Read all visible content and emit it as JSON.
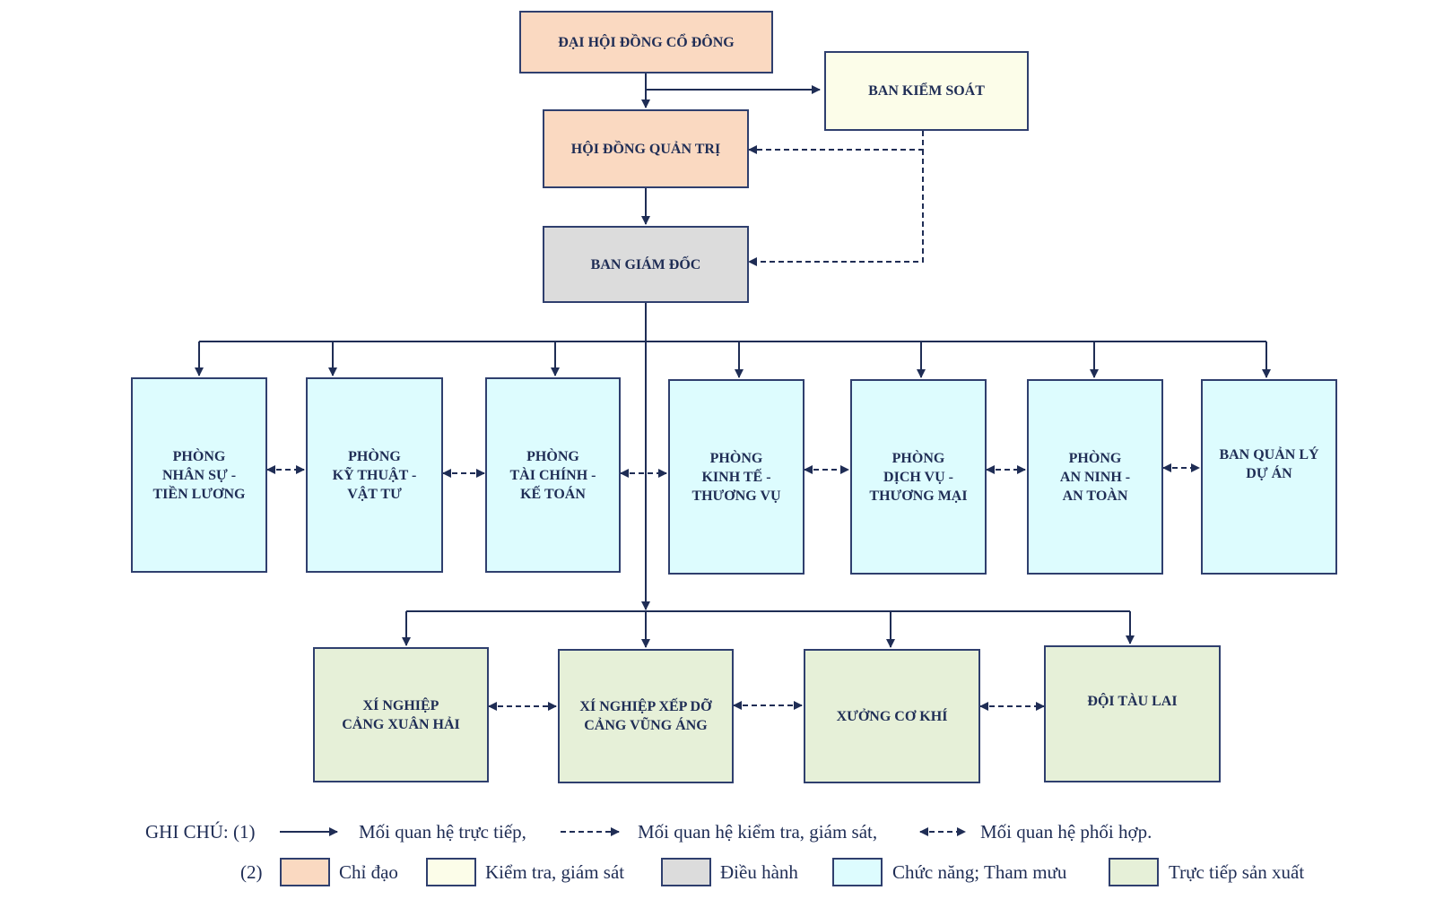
{
  "colors": {
    "line": "#1f2d55",
    "chi_dao": "#fad9c1",
    "kiem_tra": "#fcfde9",
    "dieu_hanh": "#dcdcdc",
    "chuc_nang": "#ddfcfe",
    "san_xuat": "#e6f0d8"
  },
  "nodes": {
    "dai_hoi": "ĐẠI HỘI ĐỒNG CỔ ĐÔNG",
    "ban_kiem_soat": "BAN KIỂM SOÁT",
    "hoi_dong_quan_tri": "HỘI ĐỒNG QUẢN TRỊ",
    "ban_giam_doc": "BAN GIÁM ĐỐC",
    "phong_nhan_su": "PHÒNG\nNHÂN SỰ -\nTIỀN LƯƠNG",
    "phong_ky_thuat": "PHÒNG\nKỸ THUẬT -\nVẬT TƯ",
    "phong_tai_chinh": "PHÒNG\nTÀI CHÍNH -\nKẾ TOÁN",
    "phong_kinh_te": "PHÒNG\nKINH TẾ -\nTHƯƠNG VỤ",
    "phong_dich_vu": "PHÒNG\nDỊCH VỤ -\nTHƯƠNG MẠI",
    "phong_an_ninh": "PHÒNG\nAN NINH -\nAN TOÀN",
    "ban_quan_ly": "BAN QUẢN LÝ\nDỰ ÁN",
    "xn_xuan_hai": "XÍ NGHIỆP\nCẢNG XUÂN HẢI",
    "xn_xep_do": "XÍ NGHIỆP XẾP DỠ\nCẢNG VŨNG ÁNG",
    "xuong_co_khi": "XƯỞNG CƠ KHÍ",
    "doi_tau_lai": "ĐỘI TÀU LAI"
  },
  "legend": {
    "prefix1": "GHI CHÚ: (1)",
    "direct": "Mối quan hệ trực tiếp,",
    "supervision": "Mối quan hệ kiểm tra, giám sát,",
    "coordination": "Mối quan hệ phối hợp.",
    "prefix2": "(2)",
    "chi_dao": "Chỉ đạo",
    "kiem_tra": "Kiểm tra, giám sát",
    "dieu_hanh": "Điều hành",
    "chuc_nang": "Chức năng; Tham mưu",
    "san_xuat": "Trực tiếp sản xuất"
  }
}
